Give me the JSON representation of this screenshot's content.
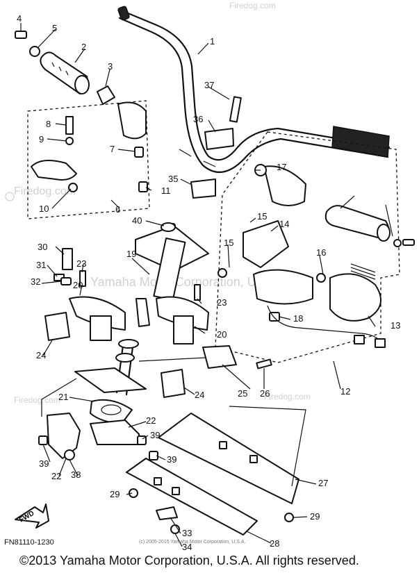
{
  "watermark": {
    "brand": "Firedog.com",
    "text": "Yamaha Motor Corporation, U.S.A."
  },
  "callouts": [
    "1",
    "2",
    "3",
    "4",
    "5",
    "6",
    "7",
    "8",
    "9",
    "10",
    "11",
    "12",
    "13",
    "14",
    "15",
    "16",
    "17",
    "18",
    "19",
    "20",
    "21",
    "22",
    "23",
    "24",
    "25",
    "26",
    "27",
    "28",
    "29",
    "30",
    "31",
    "32",
    "33",
    "34",
    "35",
    "36",
    "37",
    "38",
    "39",
    "40"
  ],
  "fwd_label": "FWD",
  "diagram_code": "FN81110-1230",
  "small_copyright": "(c) 2005-2015 Yamaha Motor Corporation, U.S.A.",
  "footer": "©2013 Yamaha Motor Corporation, U.S.A. All rights reserved."
}
